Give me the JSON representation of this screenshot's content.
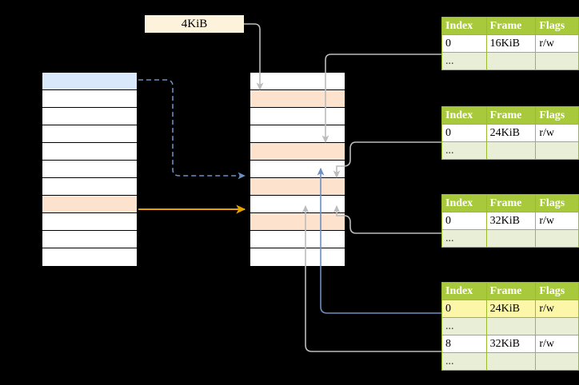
{
  "diagram": {
    "title_chip": {
      "label": "4KiB"
    },
    "virtual_column": {
      "name": "virtual-address-space",
      "rows": [
        {
          "id": "v1",
          "fill": "blue"
        },
        {
          "id": "v2",
          "fill": "white"
        },
        {
          "id": "v3",
          "fill": "white"
        },
        {
          "id": "v4",
          "fill": "white"
        },
        {
          "id": "v5",
          "fill": "white"
        },
        {
          "id": "v6",
          "fill": "white"
        },
        {
          "id": "v7",
          "fill": "white"
        },
        {
          "id": "v8",
          "fill": "white"
        },
        {
          "id": "v9",
          "fill": "peach"
        },
        {
          "id": "v10",
          "fill": "white"
        },
        {
          "id": "v11",
          "fill": "white"
        }
      ]
    },
    "physical_column": {
      "name": "physical-memory",
      "rows": [
        {
          "id": "p1",
          "fill": "white"
        },
        {
          "id": "p2",
          "fill": "peach"
        },
        {
          "id": "p3",
          "fill": "white"
        },
        {
          "id": "p4",
          "fill": "white"
        },
        {
          "id": "p5",
          "fill": "peach"
        },
        {
          "id": "p6",
          "fill": "white"
        },
        {
          "id": "p7",
          "fill": "peach"
        },
        {
          "id": "p8",
          "fill": "white"
        },
        {
          "id": "p9",
          "fill": "peach"
        },
        {
          "id": "p10",
          "fill": "white"
        },
        {
          "id": "p11",
          "fill": "white"
        },
        {
          "id": "p12",
          "fill": "white"
        }
      ]
    },
    "page_tables": [
      {
        "name": "page-table-1",
        "headers": [
          "Index",
          "Frame",
          "Flags"
        ],
        "rows": [
          {
            "cells": [
              "0",
              "16KiB",
              "r/w"
            ],
            "style": "normal",
            "highlight": [
              false,
              false,
              false
            ]
          },
          {
            "cells": [
              "...",
              "",
              ""
            ],
            "style": "ellipsis",
            "highlight": [
              false,
              false,
              false
            ]
          }
        ]
      },
      {
        "name": "page-table-2",
        "headers": [
          "Index",
          "Frame",
          "Flags"
        ],
        "rows": [
          {
            "cells": [
              "0",
              "24KiB",
              "r/w"
            ],
            "style": "normal",
            "highlight": [
              false,
              false,
              false
            ]
          },
          {
            "cells": [
              "...",
              "",
              ""
            ],
            "style": "ellipsis",
            "highlight": [
              false,
              false,
              false
            ]
          }
        ]
      },
      {
        "name": "page-table-3",
        "headers": [
          "Index",
          "Frame",
          "Flags"
        ],
        "rows": [
          {
            "cells": [
              "0",
              "32KiB",
              "r/w"
            ],
            "style": "normal",
            "highlight": [
              false,
              false,
              false
            ]
          },
          {
            "cells": [
              "...",
              "",
              ""
            ],
            "style": "ellipsis",
            "highlight": [
              false,
              false,
              false
            ]
          }
        ]
      },
      {
        "name": "page-table-4",
        "headers": [
          "Index",
          "Frame",
          "Flags"
        ],
        "rows": [
          {
            "cells": [
              "0",
              "24KiB",
              "r/w"
            ],
            "style": "normal",
            "highlight": [
              true,
              true,
              true
            ]
          },
          {
            "cells": [
              "...",
              "",
              ""
            ],
            "style": "ellipsis",
            "highlight": [
              false,
              false,
              false
            ]
          },
          {
            "cells": [
              "8",
              "32KiB",
              "r/w"
            ],
            "style": "normal",
            "highlight": [
              false,
              false,
              false
            ]
          },
          {
            "cells": [
              "...",
              "",
              ""
            ],
            "style": "ellipsis",
            "highlight": [
              false,
              false,
              false
            ]
          }
        ]
      }
    ],
    "colors": {
      "header_green": "#a9c93c",
      "ellipsis_green": "#e9eed6",
      "highlight_yellow": "#fbf6a8",
      "peach": "#fde3cd",
      "blue_fill": "#d9e8fb",
      "chip_cream": "#fdf3dd",
      "arrow_orange": "#e8a200",
      "arrow_blue": "#6b8fc4",
      "arrow_gray": "#c0c0c0",
      "background": "#000000"
    }
  }
}
